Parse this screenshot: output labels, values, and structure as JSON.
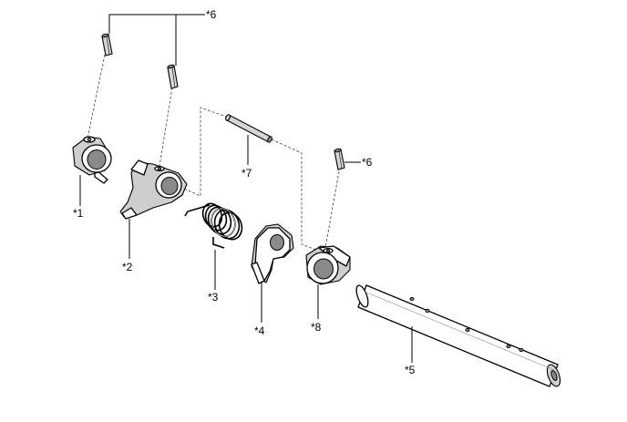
{
  "callouts": {
    "c1": "*1",
    "c2": "*2",
    "c3": "*3",
    "c4": "*4",
    "c5": "*5",
    "c6a": "*6",
    "c6b": "*6",
    "c7": "*7",
    "c8": "*8"
  },
  "parts": [
    {
      "callout": "*1",
      "shape": "collar-with-lever"
    },
    {
      "callout": "*2",
      "shape": "shift-lever"
    },
    {
      "callout": "*3",
      "shape": "coil-spring"
    },
    {
      "callout": "*4",
      "shape": "lever-plate"
    },
    {
      "callout": "*5",
      "shape": "shaft"
    },
    {
      "callout": "*6",
      "shape": "spring-pin"
    },
    {
      "callout": "*7",
      "shape": "straight-pin"
    },
    {
      "callout": "*8",
      "shape": "collar"
    }
  ]
}
